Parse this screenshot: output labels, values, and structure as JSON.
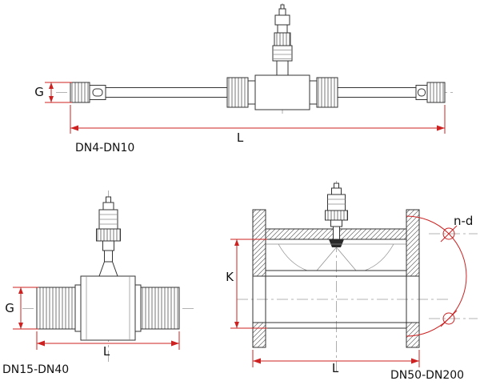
{
  "colors": {
    "background": "#ffffff",
    "line": "#333333",
    "dimension": "#cc2222",
    "text": "#111111"
  },
  "views": {
    "small": {
      "label": "DN4-DN10",
      "dims": {
        "g": "G",
        "l": "L"
      }
    },
    "medium": {
      "label": "DN15-DN40",
      "dims": {
        "g": "G",
        "l": "L"
      }
    },
    "large": {
      "label": "DN50-DN200",
      "dims": {
        "k": "K",
        "l": "L"
      },
      "bolt_note": "n-d"
    }
  }
}
